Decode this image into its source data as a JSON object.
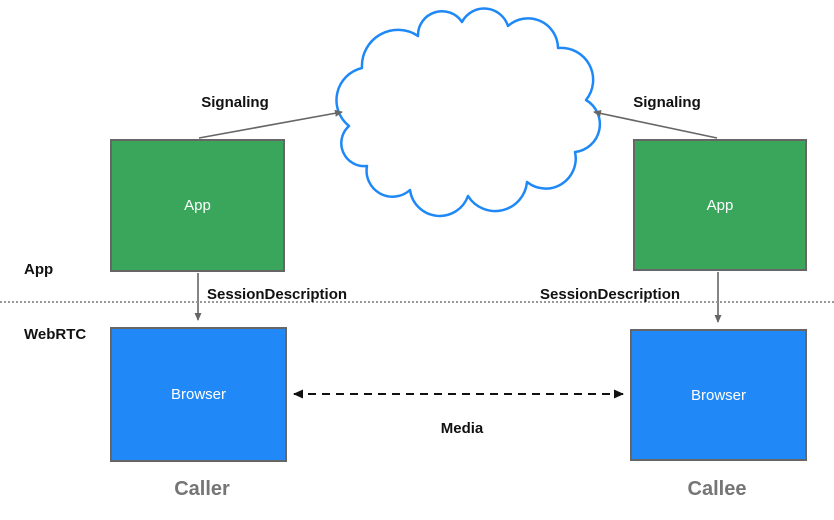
{
  "layers": {
    "app": "App",
    "webrtc": "WebRTC"
  },
  "nodes": {
    "caller_app": "App",
    "callee_app": "App",
    "caller_browser": "Browser",
    "callee_browser": "Browser"
  },
  "edges": {
    "signaling_left": "Signaling",
    "signaling_right": "Signaling",
    "session_left": "SessionDescription",
    "session_right": "SessionDescription",
    "media": "Media"
  },
  "roles": {
    "caller": "Caller",
    "callee": "Callee"
  },
  "colors": {
    "app_fill": "#3AA65B",
    "browser_fill": "#2189F7",
    "cloud_stroke": "#1E88F7",
    "arrow": "#666666",
    "media_arrow": "#111111",
    "role_text": "#757575",
    "box_border": "#666666"
  }
}
